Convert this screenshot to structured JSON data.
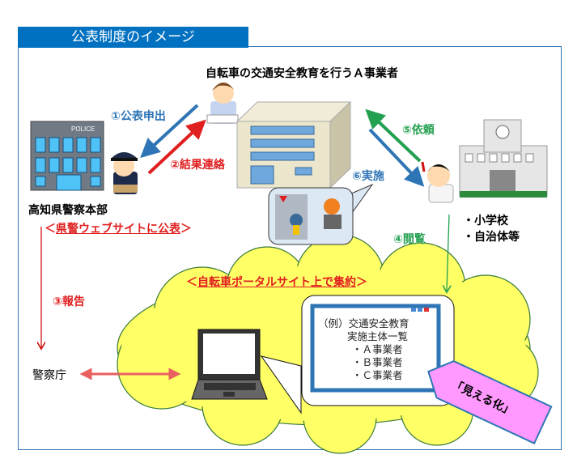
{
  "title": "公表制度のイメージ",
  "business_label": "自転車の交通安全教育を行うＡ事業者",
  "police_hq": "高知県警察本部",
  "police_sign": "POLICE",
  "publish_web": {
    "open": "＜",
    "text": "県警ウェブサイトに公表",
    "close": "＞"
  },
  "steps": {
    "s1": "①公表申出",
    "s2": "②結果連絡",
    "s3": "③報告",
    "s4": "④閲覧",
    "s5": "⑤依頼",
    "s6": "⑥実施"
  },
  "clients": [
    "・小学校",
    "・自治体等"
  ],
  "npa": "警察庁",
  "portal": {
    "open": "＜",
    "text": "自転車ポータルサイト上で集約",
    "close": "＞"
  },
  "window_list": {
    "heading": "（例）交通安全教育",
    "subheading": "実施主体一覧",
    "items": [
      "・Ａ事業者",
      "・Ｂ事業者",
      "・Ｃ事業者"
    ]
  },
  "visualize": "「見える化」",
  "colors": {
    "title": "#0070c0",
    "blue_arrow": "#2e75b6",
    "red": "#e02020",
    "green": "#22a050",
    "cloud": "#ffff66",
    "pink": "#ff99ff"
  }
}
